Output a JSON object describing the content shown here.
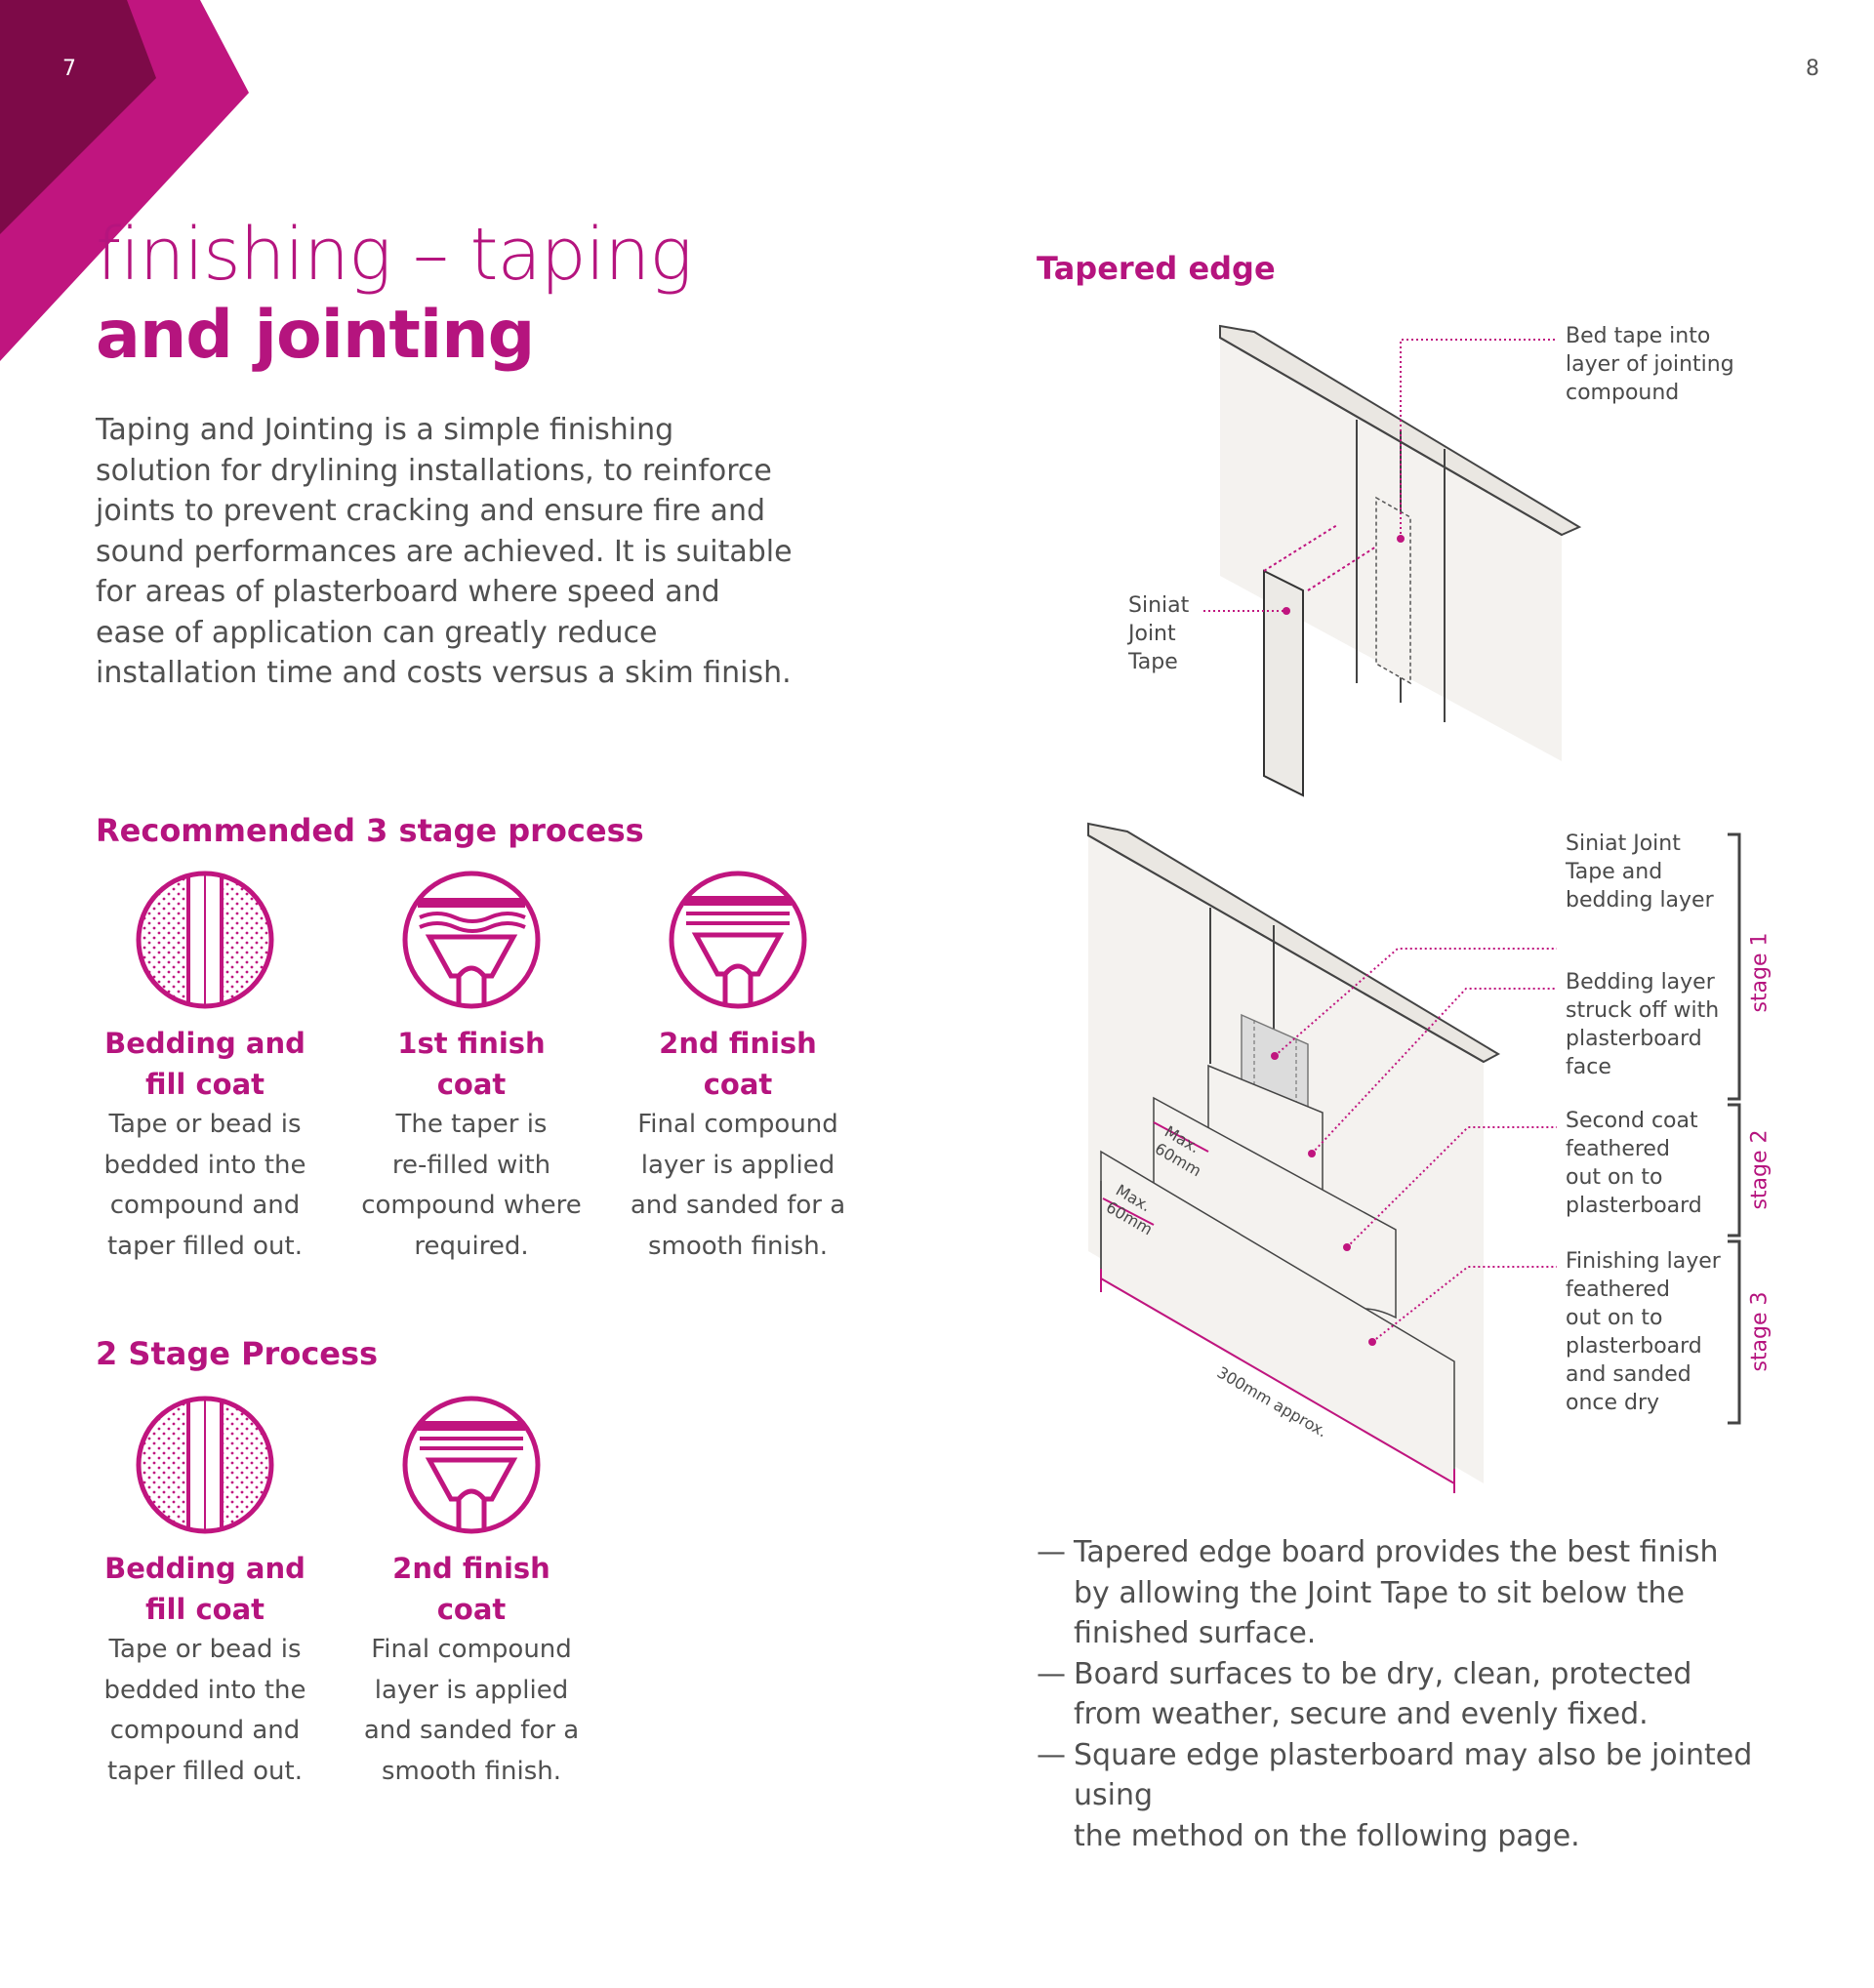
{
  "page": {
    "left_number": "7",
    "right_number": "8"
  },
  "title": {
    "line1": "finishing – taping",
    "line2": "and jointing"
  },
  "intro": "Taping and Jointing is a simple finishing solution for drylining installations, to reinforce joints to prevent cracking and ensure fire and sound performances are achieved. It is suitable for areas of plasterboard where speed and ease of application can greatly reduce installation time and costs versus a skim finish.",
  "three_stage": {
    "heading": "Recommended 3 stage process",
    "stages": [
      {
        "icon": "tape-bedding-icon",
        "title_1": "Bedding and",
        "title_2": "fill coat",
        "desc": [
          "Tape or bead is",
          "bedded into the",
          "compound and",
          "taper filled out."
        ]
      },
      {
        "icon": "first-finish-icon",
        "title_1": "1st finish",
        "title_2": "coat",
        "desc": [
          "The taper is",
          "re-filled with",
          "compound where",
          "required."
        ]
      },
      {
        "icon": "second-finish-icon",
        "title_1": "2nd finish",
        "title_2": "coat",
        "desc": [
          "Final compound",
          "layer is applied",
          "and sanded for a",
          "smooth finish."
        ]
      }
    ]
  },
  "two_stage": {
    "heading": "2 Stage Process",
    "stages": [
      {
        "icon": "tape-bedding-icon",
        "title_1": "Bedding and",
        "title_2": "fill coat",
        "desc": [
          "Tape or bead is",
          "bedded into the",
          "compound and",
          "taper filled out."
        ]
      },
      {
        "icon": "second-finish-icon",
        "title_1": "2nd finish",
        "title_2": "coat",
        "desc": [
          "Final compound",
          "layer is applied",
          "and sanded for a",
          "smooth finish."
        ]
      }
    ]
  },
  "diagram": {
    "heading": "Tapered edge",
    "top_labels": {
      "bed_tape": [
        "Bed tape into",
        "layer of jointing",
        "compound"
      ],
      "joint_tape": [
        "Siniat",
        "Joint",
        "Tape"
      ]
    },
    "bottom_labels": {
      "tape_bedding": [
        "Siniat Joint",
        "Tape and",
        "bedding layer"
      ],
      "struck_off": [
        "Bedding layer",
        "struck off with",
        "plasterboard",
        "face"
      ],
      "second_coat": [
        "Second coat",
        "feathered",
        "out on to",
        "plasterboard"
      ],
      "finishing": [
        "Finishing layer",
        "feathered",
        "out on to",
        "plasterboard",
        "and sanded",
        "once dry"
      ]
    },
    "stages": [
      "stage 1",
      "stage 2",
      "stage 3"
    ],
    "dimensions": {
      "max_1": [
        "Max.",
        "60mm"
      ],
      "max_2": [
        "Max.",
        "60mm"
      ],
      "width": "300mm approx."
    }
  },
  "bullets": [
    [
      "Tapered edge board provides the best finish",
      "by allowing the Joint Tape to sit below the",
      "finished surface."
    ],
    [
      "Board surfaces to be dry, clean, protected",
      "from weather, secure and evenly fixed."
    ],
    [
      "Square edge plasterboard may also be jointed using",
      "the method on the following page."
    ]
  ],
  "bullet_dash": "—",
  "colors": {
    "brand": "#b5147e",
    "dark_magenta": "#7a0a4a",
    "board": "#f3f1ee",
    "text": "#505050"
  }
}
